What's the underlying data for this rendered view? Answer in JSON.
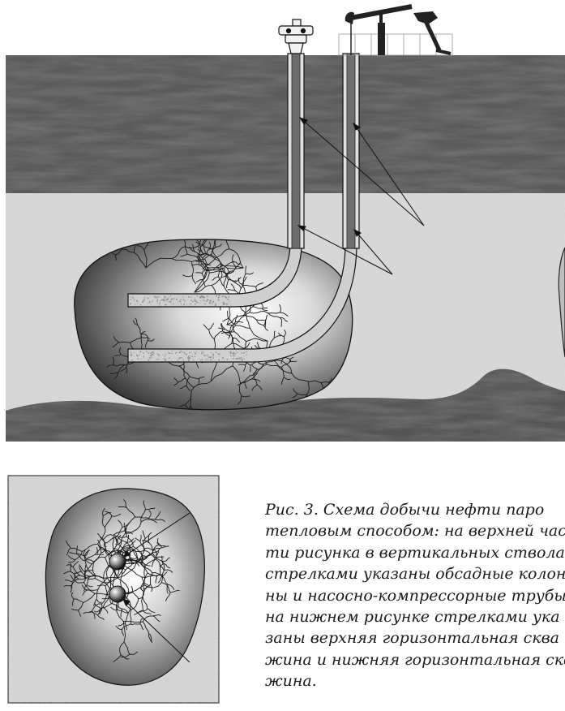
{
  "caption": {
    "lines": [
      "Рис. 3. Схема добычи нефти паро",
      "тепловым способом: на верхней час",
      "ти рисунка в вертикальных стволах",
      "стрелками указаны обсадные колон",
      "ны и насосно-компрессорные трубы,",
      "на нижнем рисунке стрелками ука",
      "заны верхняя горизонтальная сква",
      "жина и нижняя горизонтальная сква",
      "жина."
    ]
  },
  "colors": {
    "rock_dark": "#4a4a4a",
    "sand_light": "#d6d6d6",
    "casing": "#6e6e6e",
    "pipe_fill": "#cfcfcf",
    "line": "#111111",
    "pumpjack": "#222222"
  },
  "icons": [
    "wellhead-icon",
    "pumpjack-icon"
  ]
}
